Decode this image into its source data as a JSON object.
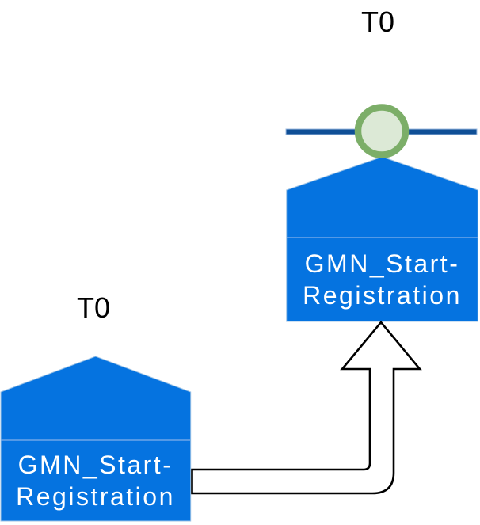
{
  "diagram": {
    "background": "#ffffff",
    "colors": {
      "node_fill": "#0573e0",
      "node_border": "#9dc3e6",
      "node_divider": "#85b0ea",
      "node_text": "#ffffff",
      "time_label_text": "#000000",
      "timeline_stroke": "#0f4f96",
      "timeline_border": "#a0bee1",
      "event_marker_ring": "#7cae68",
      "event_marker_fill": "#dce9d6",
      "arrow_stroke": "#000000",
      "arrow_fill": "#ffffff"
    },
    "nodes": [
      {
        "id": "source",
        "time_label": "T0",
        "name": "GMN_Start-Registration",
        "label_lines": [
          "GMN_Start-",
          "Registration"
        ]
      },
      {
        "id": "target",
        "time_label": "T0",
        "name": "GMN_Start-Registration",
        "label_lines": [
          "GMN_Start-",
          "Registration"
        ]
      }
    ],
    "connector": {
      "type": "elbow-arrow",
      "from": "source",
      "to": "target"
    }
  }
}
